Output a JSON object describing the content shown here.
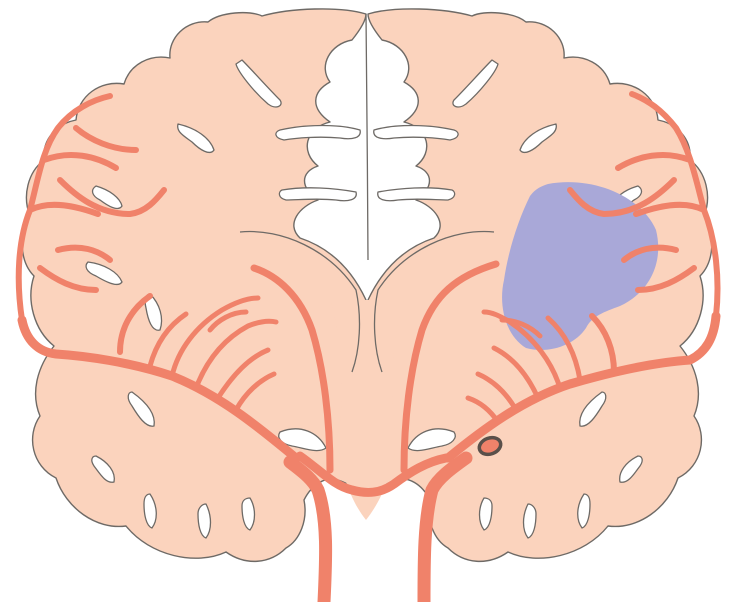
{
  "diagram": {
    "colors": {
      "background": "#ffffff",
      "brain_tissue": "#fbd3bd",
      "outline": "#6e6a66",
      "artery": "#f0826a",
      "lesion": "#a9a8d8",
      "occlusion_marker": "#5a504a"
    },
    "parts": [
      "left-hemisphere",
      "right-hemisphere",
      "brainstem",
      "left-middle-cerebral-artery",
      "right-middle-cerebral-artery",
      "left-lenticulostriate-branches",
      "right-lenticulostriate-branches",
      "left-cortical-branches",
      "right-cortical-branches",
      "infarct-region",
      "occlusion-marker"
    ]
  }
}
